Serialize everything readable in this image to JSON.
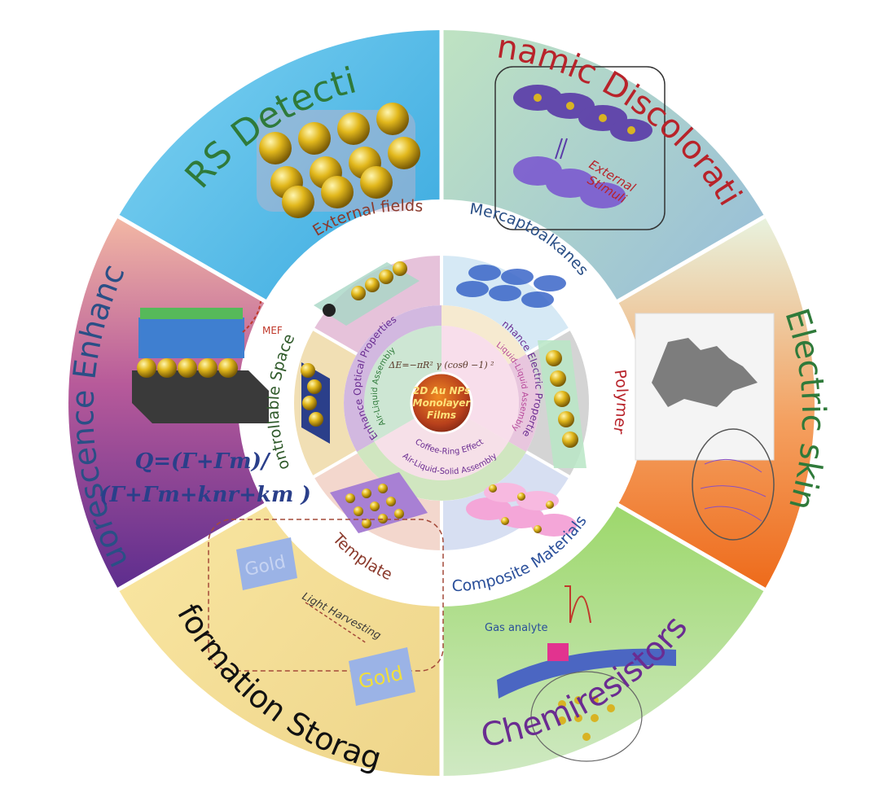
{
  "center": {
    "line1": "2D Au NPs",
    "line2": "Monolayer",
    "line3": "Films",
    "formula": "ΔE=−πR² γ (cosθ −1) ²"
  },
  "inner_ring": {
    "optical": "Enhance Optical Properties",
    "electric": "Enhance Electric Properties",
    "air_liquid": "Air-Liquid Assembly",
    "liquid_liquid": "Liquid-Liquid Assembly",
    "coffee_ring": "Coffee-Ring Effect",
    "air_liquid_solid": "Air-Liquid-Solid Assembly"
  },
  "middle_ring": {
    "external_fields": "External fields",
    "mercaptoalkanes": "Mercaptoalkanes",
    "polymer": "Polymer",
    "composite": "Composite Materials",
    "template": "Template",
    "spacer": "Controllable Spacer"
  },
  "outer_ring": {
    "sers": "SERS Detection",
    "dynamic": "Dynamic Discoloration",
    "electric_skin": "Electric skin",
    "chemiresistors": "Chemiresistors",
    "info_storage": "Information Storage",
    "fluorescence": "Fluorescence Enhance"
  },
  "annotations": {
    "external_stimuli_1": "External",
    "external_stimuli_2": "Stimuli",
    "mef": "MEF",
    "gold_1": "Gold",
    "gold_2": "Gold",
    "light_harvesting": "Light Harvesting",
    "gas_analyte": "Gas analyte",
    "q_line1": "Q=(Γ+Γm)/",
    "q_line2": "(Γ+Γm+knr+km )"
  },
  "colors": {
    "sers": "#3fb6e8",
    "dynamic": "#9fd0a8",
    "electric_skin": "#f07a2a",
    "chemiresistors": "#8bc34a",
    "info_storage": "#f2d87a",
    "fluorescence": "#7b3fa0",
    "gold": "#e2b81c",
    "title_red": "#b8232a",
    "title_green": "#2f7a3a",
    "title_purple": "#6a2c91",
    "text_dark": "#222222"
  }
}
